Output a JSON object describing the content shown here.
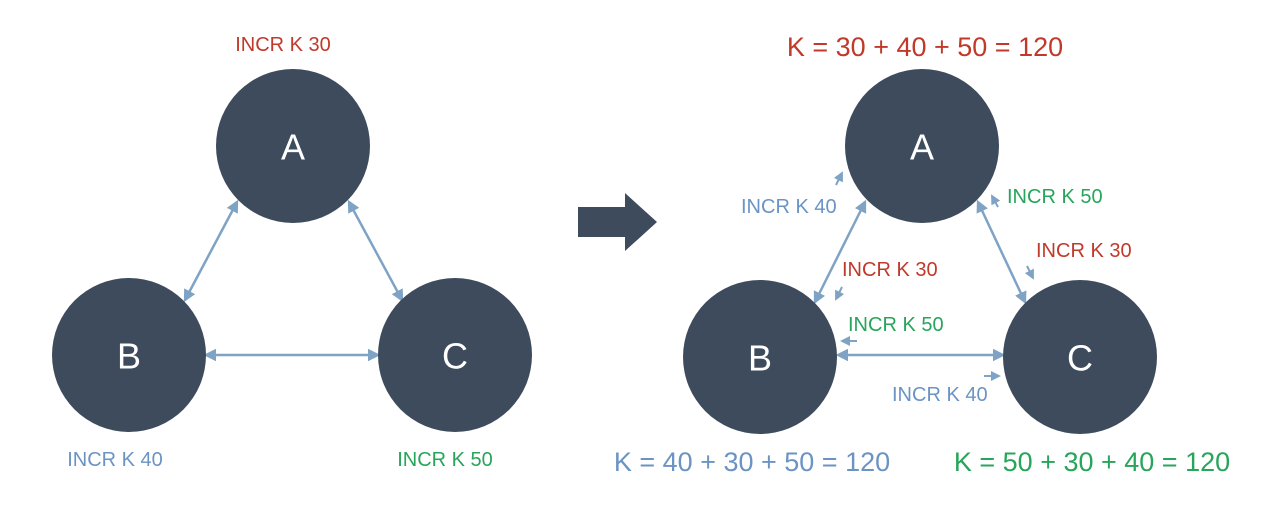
{
  "colors": {
    "node": "#3d4b5c",
    "link": "#7fa3c5",
    "red": "#c0392b",
    "blue": "#6b94c4",
    "green": "#27a55a",
    "big_arrow": "#3d4b5c"
  },
  "left": {
    "nodes": {
      "a": "A",
      "b": "B",
      "c": "C"
    },
    "ops": {
      "a": "INCR K 30",
      "b": "INCR K 40",
      "c": "INCR K 50"
    }
  },
  "right": {
    "nodes": {
      "a": "A",
      "b": "B",
      "c": "C"
    },
    "sums": {
      "a": "K = 30 + 40 + 50 = 120",
      "b": "K = 40 + 30 + 50 = 120",
      "c": "K = 50 + 30 + 40 = 120"
    },
    "messages": {
      "b_to_a": "INCR K 40",
      "c_to_a": "INCR K 50",
      "a_to_c": "INCR K 30",
      "a_to_b": "INCR K 30",
      "c_to_b": "INCR K 50",
      "b_to_c": "INCR K 40"
    }
  }
}
